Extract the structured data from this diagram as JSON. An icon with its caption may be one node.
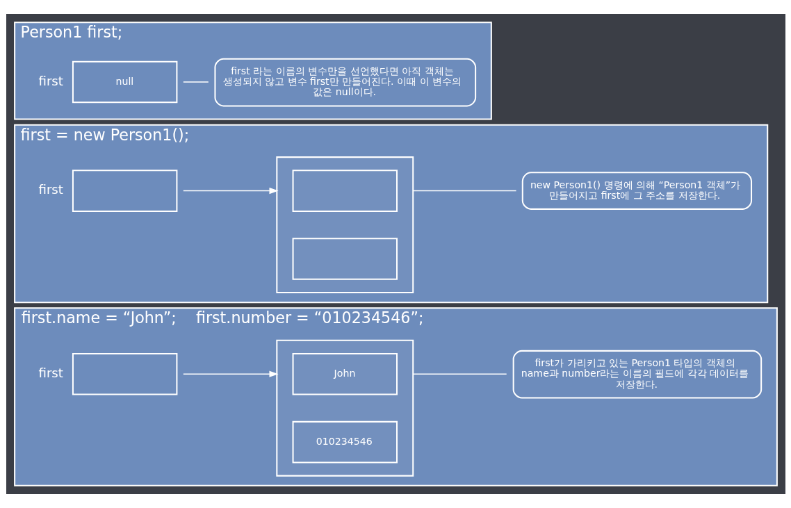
{
  "diagram": {
    "nodes": [
      {
        "text": [
          "Person1 first;"
        ]
      },
      {
        "text": [
          "null"
        ],
        "beside": [
          "first"
        ],
        "in": 0
      },
      {
        "text": [
          "first 라는 이름의 변수만을 선언했다면 아직 객체는 생성되지 않고 변수 first만 만들어진다. 이때 이 변수의 값은 null이다."
        ],
        "in": 0
      },
      {
        "text": [
          "first = new Person1();"
        ]
      },
      {
        "text": [],
        "shape": "box",
        "beside": [
          "first"
        ],
        "in": 3
      },
      {
        "text": [],
        "shape": "box",
        "in": 3
      },
      {
        "text": [],
        "shape": "box",
        "in": 5
      },
      {
        "text": [],
        "shape": "box",
        "in": 5
      },
      {
        "text": [
          "new Person1() 명령에 의해 “Person1 객체”가 만들어지고 first에 그 주소를 저장한다."
        ],
        "in": 3
      },
      {
        "text": [
          "first.name = “John”;    first.number = “010234546”;"
        ]
      },
      {
        "text": [],
        "shape": "box",
        "beside": [
          "first"
        ],
        "in": 9
      },
      {
        "text": [],
        "shape": "box",
        "in": 9
      },
      {
        "text": [
          "John"
        ],
        "in": 11
      },
      {
        "text": [
          "010234546"
        ],
        "in": 11
      },
      {
        "text": [
          "first가 가리키고 있는 Person1 타입의 객체의 name과 number라는 이름의 필드에 각각 데이터를 저장한다."
        ],
        "in": 9
      }
    ],
    "edges": [
      {
        "from": 1,
        "to": 2,
        "arrow": "none"
      },
      {
        "from": 4,
        "to": 5,
        "arrow": "to"
      },
      {
        "from": 5,
        "to": 8,
        "arrow": "none"
      },
      {
        "from": 10,
        "to": 11,
        "arrow": "to"
      },
      {
        "from": 11,
        "to": 14,
        "arrow": "none"
      }
    ]
  }
}
